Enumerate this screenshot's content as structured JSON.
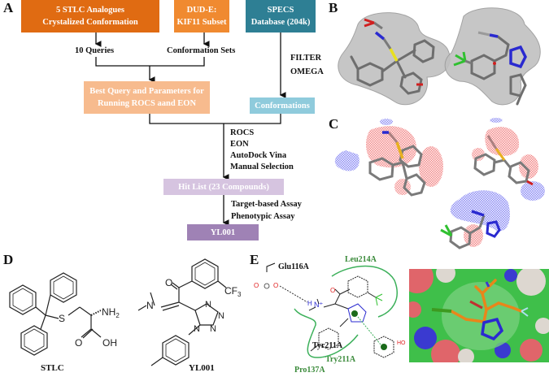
{
  "panels": {
    "a": "A",
    "b": "B",
    "c": "C",
    "d": "D",
    "e": "E"
  },
  "flowchart": {
    "box_stlc": {
      "line1": "5 STLC Analogues",
      "line2": "Crystalized Conformation",
      "color": "#e06b12"
    },
    "box_dude": {
      "line1": "DUD-E:",
      "line2": "KIF11 Subset",
      "color": "#f08a30"
    },
    "box_specs": {
      "line1": "SPECS",
      "line2": "Database (204k)",
      "color": "#2e7f94"
    },
    "label_queries": "10 Queries",
    "label_confsets": "Conformation Sets",
    "label_filter": "FILTER",
    "label_omega": "OMEGA",
    "box_best": {
      "line1": "Best Query and Parameters for",
      "line2": "Running ROCS aand EON",
      "color": "#f7bb8e"
    },
    "box_conformations": {
      "label": "Conformations",
      "color": "#8fcbdc"
    },
    "methods": [
      "ROCS",
      "EON",
      "AutoDock Vina",
      "Manual Selection"
    ],
    "box_hitlist": {
      "label": "Hit List (23 Compounds)",
      "color": "#d6c4e0"
    },
    "assays": [
      "Target-based Assay",
      "Phenotypic Assay"
    ],
    "box_yl001": {
      "label": "YL001",
      "color": "#9f82b5"
    }
  },
  "structures": {
    "stlc_name": "STLC",
    "yl001_name": "YL001",
    "stlc_atoms": {
      "s": "S",
      "nh2": "NH",
      "nh2_sub": "2",
      "o": "O",
      "oh": "OH"
    },
    "yl001_atoms": {
      "o": "O",
      "n": "N",
      "cf3": "CF",
      "cf3_sub": "3",
      "n1": "N",
      "n2": "N",
      "n3": "N",
      "n4": "N"
    }
  },
  "interaction": {
    "residues": {
      "glu": "Glu116A",
      "leu": "Leu214A",
      "tyr_black": "Tyr211A",
      "tyr_green": "Try211A",
      "pro": "Pro137A"
    },
    "atoms": {
      "ho": "HO",
      "o": "O",
      "n_plus": "N⁺",
      "h": "H"
    },
    "colors": {
      "residue_green": "#3a8a3a",
      "contour": "#3cb05a",
      "oxygen": "#e02020",
      "nitrogen": "#2a2ad0",
      "fluorine": "#30c030"
    }
  },
  "colors": {
    "carbon": "#7a7a7a",
    "surface": "#b8b8b8",
    "sulfur": "#e8e020",
    "positive_mesh": "#e86a6a",
    "negative_mesh": "#6a6aea",
    "ligand_orange": "#e8861a"
  }
}
